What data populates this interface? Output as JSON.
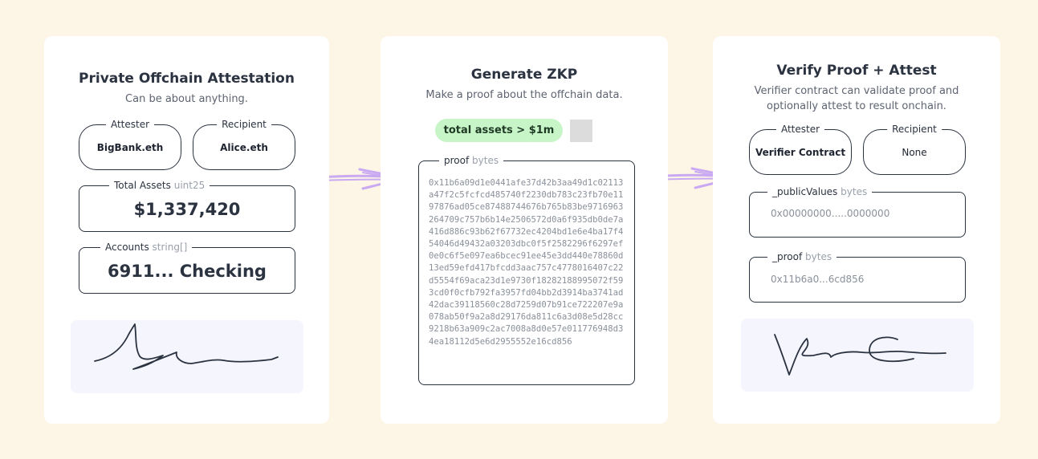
{
  "panel1": {
    "title": "Private Offchain Attestation",
    "subtitle": "Can be about anything.",
    "attester_label": "Attester",
    "attester_value": "BigBank.eth",
    "recipient_label": "Recipient",
    "recipient_value": "Alice.eth",
    "total_assets_label": "Total Assets",
    "total_assets_type": "uint25",
    "total_assets_value": "$1,337,420",
    "accounts_label": "Accounts",
    "accounts_type": "string[]",
    "accounts_value": "6911... Checking"
  },
  "panel2": {
    "title": "Generate ZKP",
    "subtitle": "Make a proof about the offchain data.",
    "claim_chip": "total assets > $1m",
    "proof_label": "proof",
    "proof_type": "bytes",
    "proof_value": "0x11b6a09d1e0441afe37d42b3aa49d1c02113a47f2c5fcfcd485740f2230db783c23fb70e1197876ad05ce87488744676b765b83be9716963264709c757b6b14e2506572d0a6f935db0de7a416d886c93b62f67732ec4204bd1e6e4ba17f454046d49432a03203dbc0f5f2582296f6297ef0e0c6f5e097ea6bcec91ee45e3dd440e78860d13ed59efd417bfcdd3aac757c4778016407c22d5554f69aca23d1e9730f18282188995072f593cd0f0cfb792fa3957fd04bb2d3914ba3741ad42dac39118560c28d7259d07b91ce722207e9a078ab50f9a2a8d29176da811c6a3d08e5d28cc9218b63a909c2ac7008a8d0e57e011776948d34ea18112d5e6d2955552e16cd856"
  },
  "panel3": {
    "title": "Verify Proof + Attest",
    "subtitle_line1": "Verifier contract can validate proof and",
    "subtitle_line2": "optionally attest to result onchain.",
    "attester_label": "Attester",
    "attester_value": "Verifier Contract",
    "recipient_label": "Recipient",
    "recipient_value": "None",
    "public_values_label": "_publicValues",
    "public_values_type": "bytes",
    "public_values_value": "0x00000000.....0000000",
    "proof_label": "_proof",
    "proof_type": "bytes",
    "proof_value": "0x11b6a0...6cd856"
  },
  "colors": {
    "background": "#fdf5e6",
    "card": "#ffffff",
    "arrow": "#c9a9f2",
    "chip": "#c8f5c8",
    "signature_bg": "#f4f5fd"
  }
}
